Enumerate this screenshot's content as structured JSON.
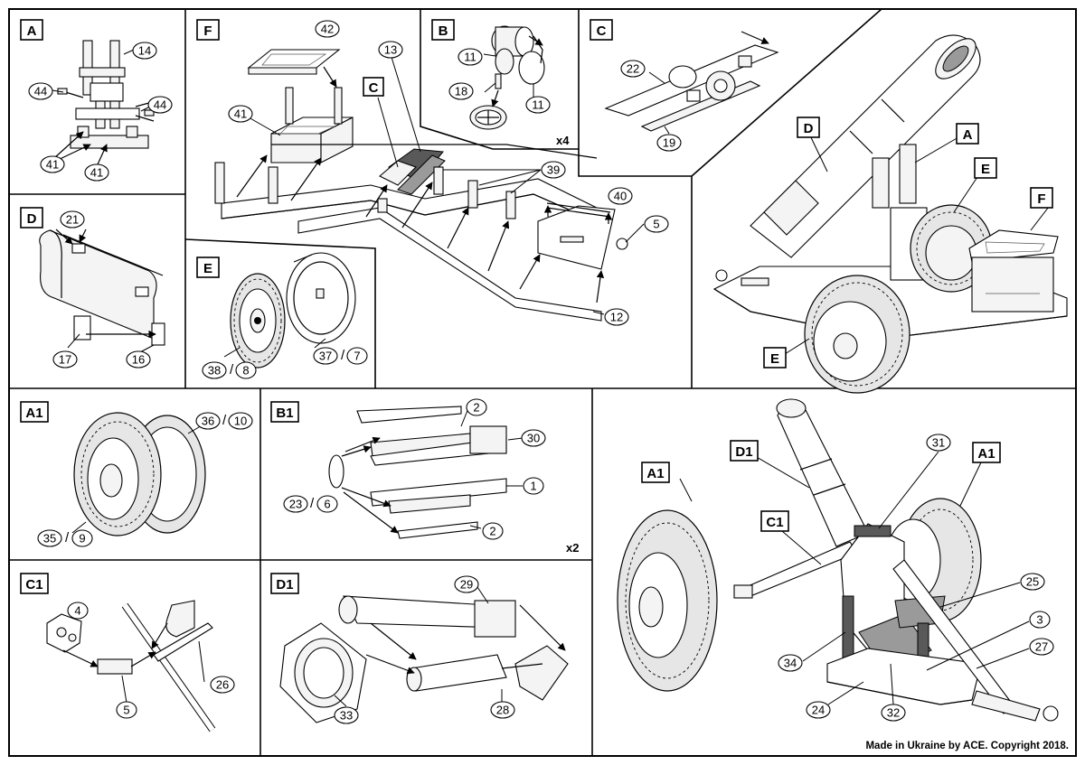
{
  "steps": {
    "A": "A",
    "B": "B",
    "C": "C",
    "D": "D",
    "E": "E",
    "F": "F",
    "A1": "A1",
    "B1": "B1",
    "C1": "C1",
    "D1": "D1"
  },
  "callouts": {
    "p14": "14",
    "p44": "44",
    "p41": "41",
    "p21": "21",
    "p17": "17",
    "p16": "16",
    "p42": "42",
    "p13": "13",
    "p39": "39",
    "p40": "40",
    "p5": "5",
    "p12": "12",
    "p11": "11",
    "p18": "18",
    "p22": "22",
    "p19": "19",
    "p38": "38",
    "p8": "8",
    "p37": "37",
    "p7": "7",
    "p36": "36",
    "p10": "10",
    "p35": "35",
    "p9": "9",
    "p2": "2",
    "p30": "30",
    "p1": "1",
    "p23": "23",
    "p6": "6",
    "p4": "4",
    "p26": "26",
    "p29": "29",
    "p33": "33",
    "p28": "28",
    "p31": "31",
    "p25": "25",
    "p3": "3",
    "p27": "27",
    "p34": "34",
    "p24": "24",
    "p32": "32"
  },
  "multipliers": {
    "b": "x4",
    "b1": "x2"
  },
  "separator": "/",
  "footer": {
    "copyright": "Made in Ukraine by ACE. Copyright 2018."
  }
}
